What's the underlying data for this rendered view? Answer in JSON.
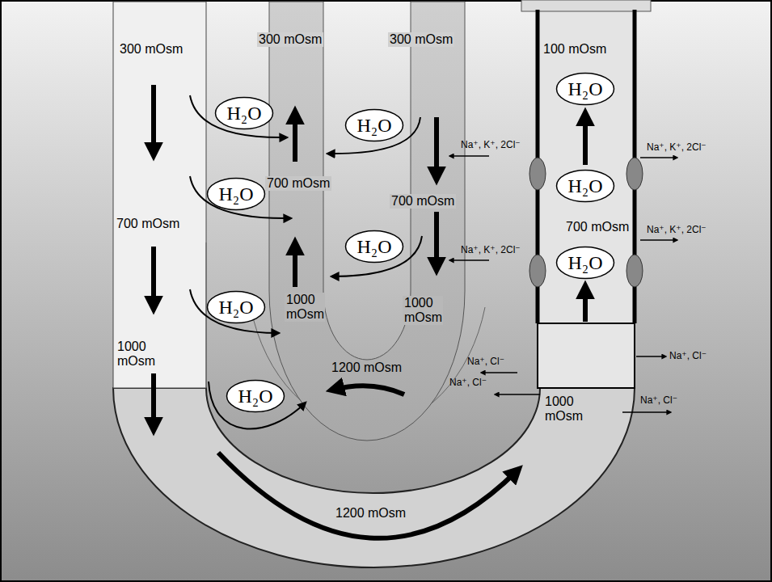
{
  "diagram": {
    "nodes": [
      {
        "text": [
          "H₂O"
        ]
      },
      {
        "text": [
          "H₂O"
        ]
      },
      {
        "text": [
          "H₂O"
        ]
      },
      {
        "text": [
          "H₂O"
        ]
      },
      {
        "text": [
          "H₂O"
        ]
      },
      {
        "text": [
          "H₂O"
        ]
      },
      {
        "text": [
          "H₂O"
        ]
      },
      {
        "text": [
          "H₂O"
        ]
      },
      {
        "text": [
          "H₂O"
        ]
      }
    ],
    "labels": [
      "300 mOsm",
      "300 mOsm",
      "300 mOsm",
      "100 mOsm",
      "700 mOsm",
      "700 mOsm",
      "700 mOsm",
      "700 mOsm",
      "1000 mOsm",
      "1000 mOsm",
      "1000 mOsm",
      "1000 mOsm",
      "1200 mOsm",
      "1200 mOsm",
      "Na⁺, K⁺, 2Cl⁻",
      "Na⁺, K⁺, 2Cl⁻",
      "Na⁺, K⁺, 2Cl⁻",
      "Na⁺, K⁺, 2Cl⁻",
      "Na⁺, Cl⁻",
      "Na⁺, Cl⁻",
      "Na⁺, Cl⁻",
      "Na⁺, Cl⁻"
    ]
  }
}
